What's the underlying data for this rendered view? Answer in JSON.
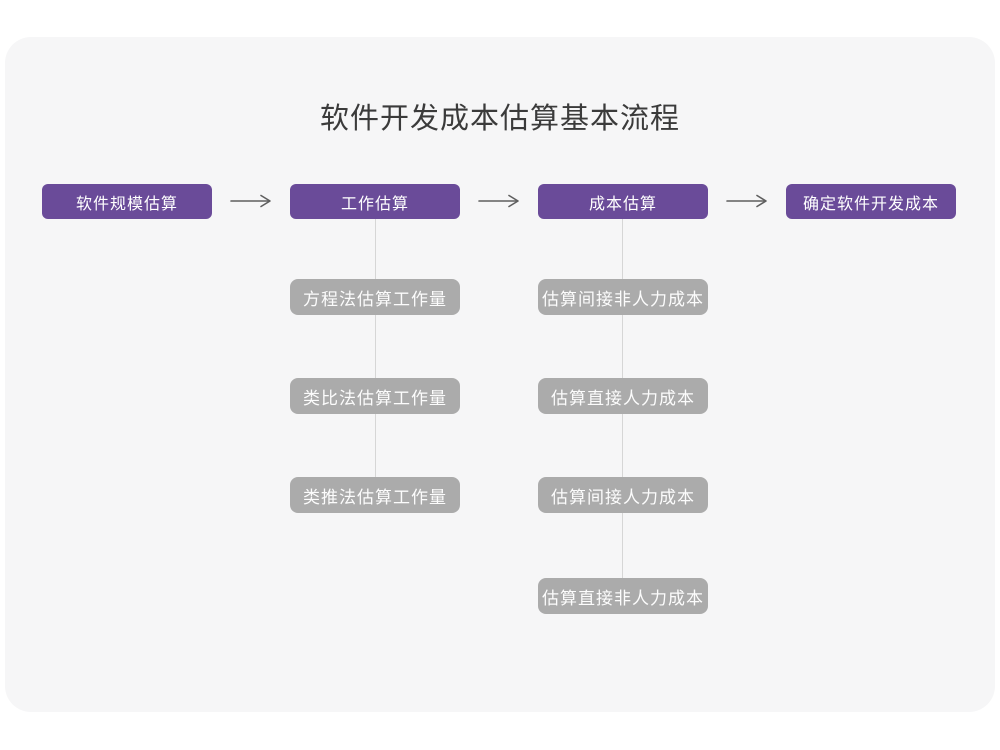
{
  "title": "软件开发成本估算基本流程",
  "colors": {
    "page_bg": "#ffffff",
    "card_bg": "#f6f6f7",
    "stage_bg": "#6a4b99",
    "stage_text": "#ffffff",
    "substep_bg": "#ababab",
    "substep_text": "#fcfcfc",
    "arrow": "#5f5f5f",
    "connector": "#d6d6d6",
    "title_color": "#3b3b3b"
  },
  "flow": {
    "stages": [
      {
        "label": "软件规模估算"
      },
      {
        "label": "工作估算",
        "substeps": [
          "方程法估算工作量",
          "类比法估算工作量",
          "类推法估算工作量"
        ]
      },
      {
        "label": "成本估算",
        "substeps": [
          "估算间接非人力成本",
          "估算直接人力成本",
          "估算间接人力成本",
          "估算直接非人力成本"
        ]
      },
      {
        "label": "确定软件开发成本"
      }
    ]
  }
}
